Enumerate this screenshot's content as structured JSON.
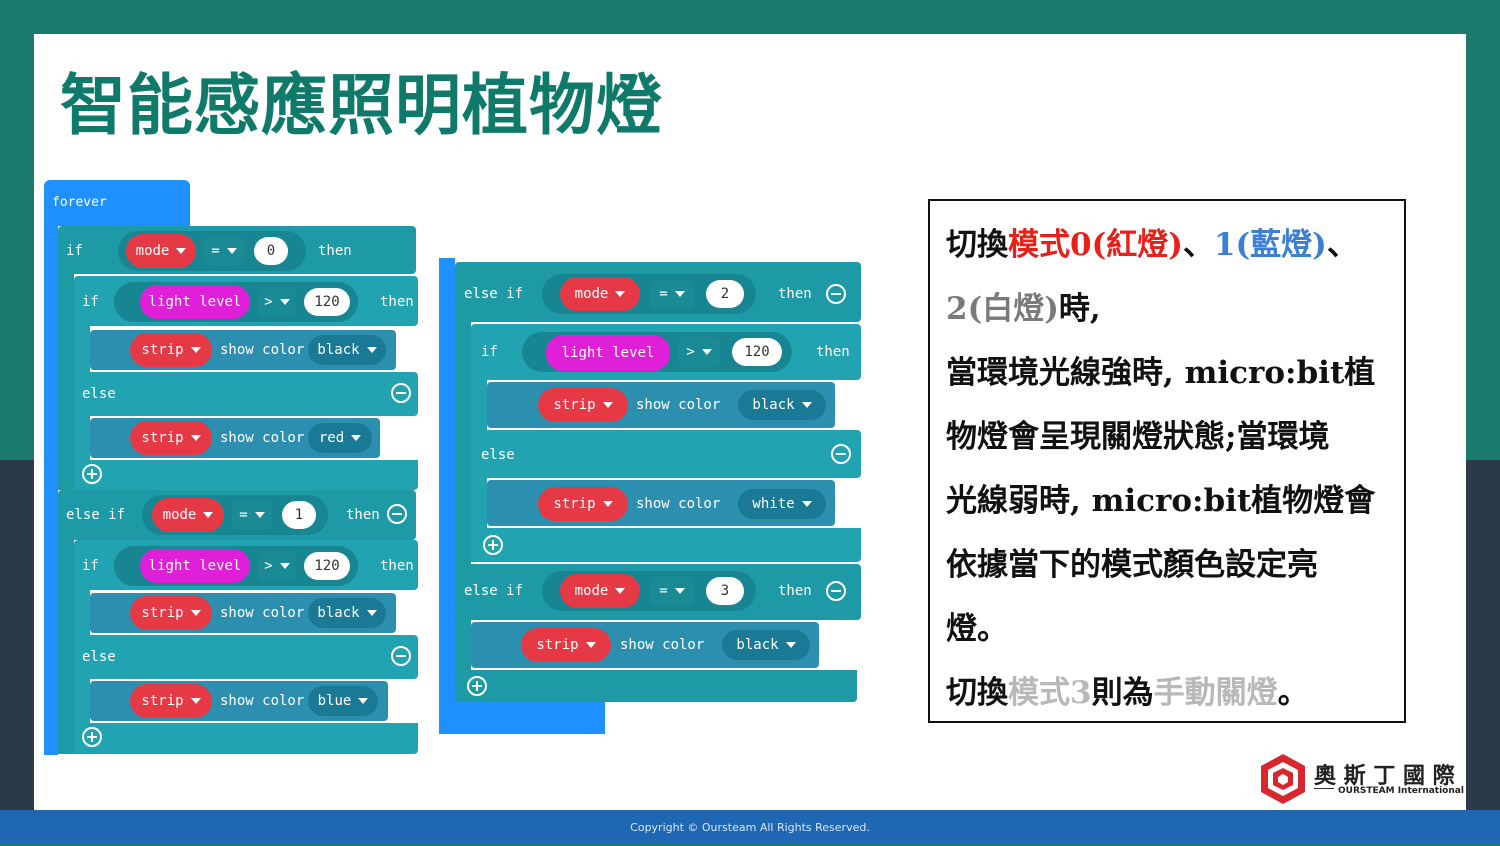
{
  "title": "智能感應照明植物燈",
  "footer": "Copyright © Oursteam All Rights Reserved.",
  "logo": {
    "chinese": "奧 斯 丁 國 際",
    "english": "OURSTEAM International"
  },
  "blocks": {
    "forever": "forever",
    "if": "if",
    "else": "else",
    "else_if": "else if",
    "then": "then",
    "mode": "mode",
    "light_level": "light level",
    "eq": "=",
    "gt": ">",
    "strip": "strip",
    "show_color": "show color",
    "v0": "0",
    "v1": "1",
    "v2": "2",
    "v3": "3",
    "v120": "120",
    "black": "black",
    "red": "red",
    "blue": "blue",
    "white": "white"
  },
  "textbox": {
    "l1a": "切換",
    "l1b": "模式0(紅燈)",
    "l1c": "、",
    "l1d": "1(",
    "l1e": "藍燈",
    "l1f": ")",
    "l1g": "、",
    "l2a": "2(",
    "l2b": "白燈",
    "l2c": ")",
    "l2d": "時,",
    "l3": "當環境光線強時, micro:bit植",
    "l4": "物燈會呈現關燈狀態;當環境",
    "l5": "光線弱時, micro:bit植物燈會",
    "l6": "依據當下的模式顏色設定亮",
    "l7": "燈。",
    "l8a": "切換",
    "l8b": "模式3",
    "l8c": "則為",
    "l8d": "手動關燈",
    "l8e": "。"
  },
  "colors": {
    "title": "#0f7a6a",
    "red_mode": "#e8201a",
    "blue_mode": "#3b7fd6",
    "frame": "#1b7a6e",
    "footer": "#1f67b2"
  }
}
